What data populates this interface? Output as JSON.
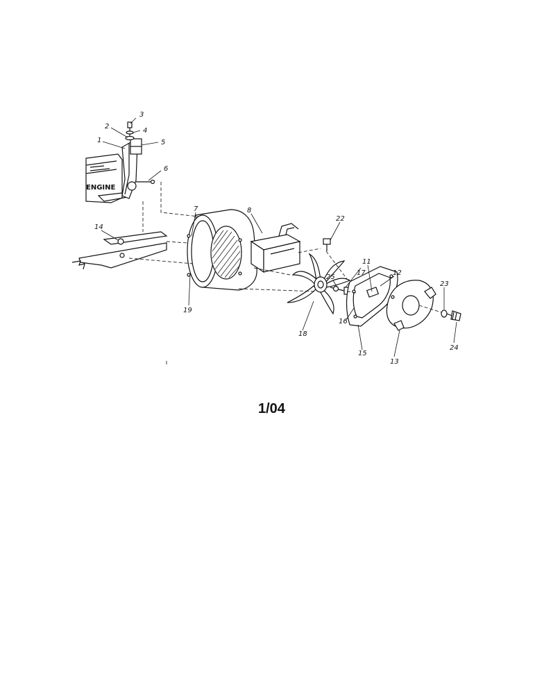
{
  "diagram": {
    "engine_label": "ENGINE",
    "page_code": "1/04",
    "callouts": [
      {
        "id": "c1",
        "label": "1"
      },
      {
        "id": "c2",
        "label": "2"
      },
      {
        "id": "c3",
        "label": "3"
      },
      {
        "id": "c4",
        "label": "4"
      },
      {
        "id": "c5",
        "label": "5"
      },
      {
        "id": "c6",
        "label": "6"
      },
      {
        "id": "c7",
        "label": "7"
      },
      {
        "id": "c8",
        "label": "8"
      },
      {
        "id": "c11",
        "label": "11"
      },
      {
        "id": "c12",
        "label": "12"
      },
      {
        "id": "c13",
        "label": "13"
      },
      {
        "id": "c14",
        "label": "14"
      },
      {
        "id": "c15",
        "label": "15"
      },
      {
        "id": "c16",
        "label": "16"
      },
      {
        "id": "c17",
        "label": "17"
      },
      {
        "id": "c18",
        "label": "18"
      },
      {
        "id": "c19",
        "label": "19"
      },
      {
        "id": "c22",
        "label": "22"
      },
      {
        "id": "c23",
        "label": "23"
      },
      {
        "id": "c24",
        "label": "24"
      },
      {
        "id": "c25",
        "label": "25"
      }
    ]
  }
}
